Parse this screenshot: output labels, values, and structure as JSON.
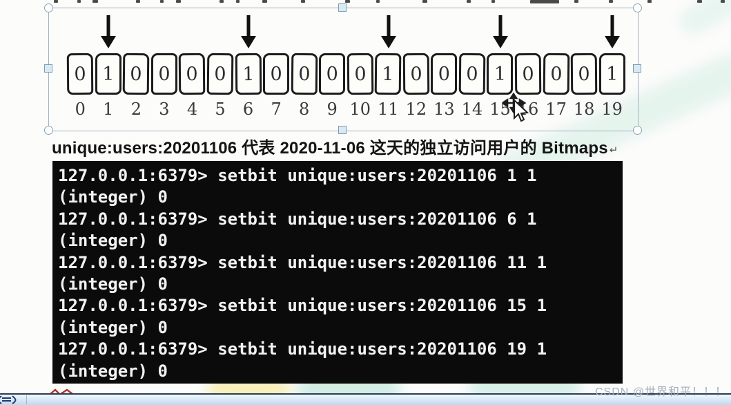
{
  "diagram": {
    "bits": [
      "0",
      "1",
      "0",
      "0",
      "0",
      "0",
      "1",
      "0",
      "0",
      "0",
      "0",
      "1",
      "0",
      "0",
      "0",
      "1",
      "0",
      "0",
      "0",
      "1"
    ],
    "index_labels": [
      "0",
      "1",
      "2",
      "3",
      "4",
      "5",
      "6",
      "7",
      "8",
      "9",
      "10",
      "11",
      "12",
      "13",
      "14",
      "15",
      "16",
      "17",
      "18",
      "19"
    ],
    "arrow_indices": [
      1,
      6,
      11,
      15,
      19
    ]
  },
  "caption": {
    "text": "unique:users:20201106 代表 2020-11-06 这天的独立访问用户的 Bitmaps",
    "return_mark": "↵"
  },
  "terminal": {
    "lines": [
      "127.0.0.1:6379> setbit unique:users:20201106 1 1",
      "(integer) 0",
      "127.0.0.1:6379> setbit unique:users:20201106 6 1",
      "(integer) 0",
      "127.0.0.1:6379> setbit unique:users:20201106 11 1",
      "(integer) 0",
      "127.0.0.1:6379> setbit unique:users:20201106 15 1",
      "(integer) 0",
      "127.0.0.1:6379> setbit unique:users:20201106 19 1",
      "(integer) 0"
    ]
  },
  "watermark": {
    "text": "CSDN @世界和平！！！"
  },
  "colors": {
    "terminal_bg": "#0b0b0b",
    "terminal_text": "#f2f2f2",
    "selection_outline": "#9fb1bc",
    "handle_fill": "#d8eaf3",
    "arrow": "#111111",
    "red_artifact": "#b03028",
    "status_bar_top": "#2b3d52",
    "status_bar_fill": "#c3d9ee",
    "watermark_text": "#a2acbc"
  }
}
